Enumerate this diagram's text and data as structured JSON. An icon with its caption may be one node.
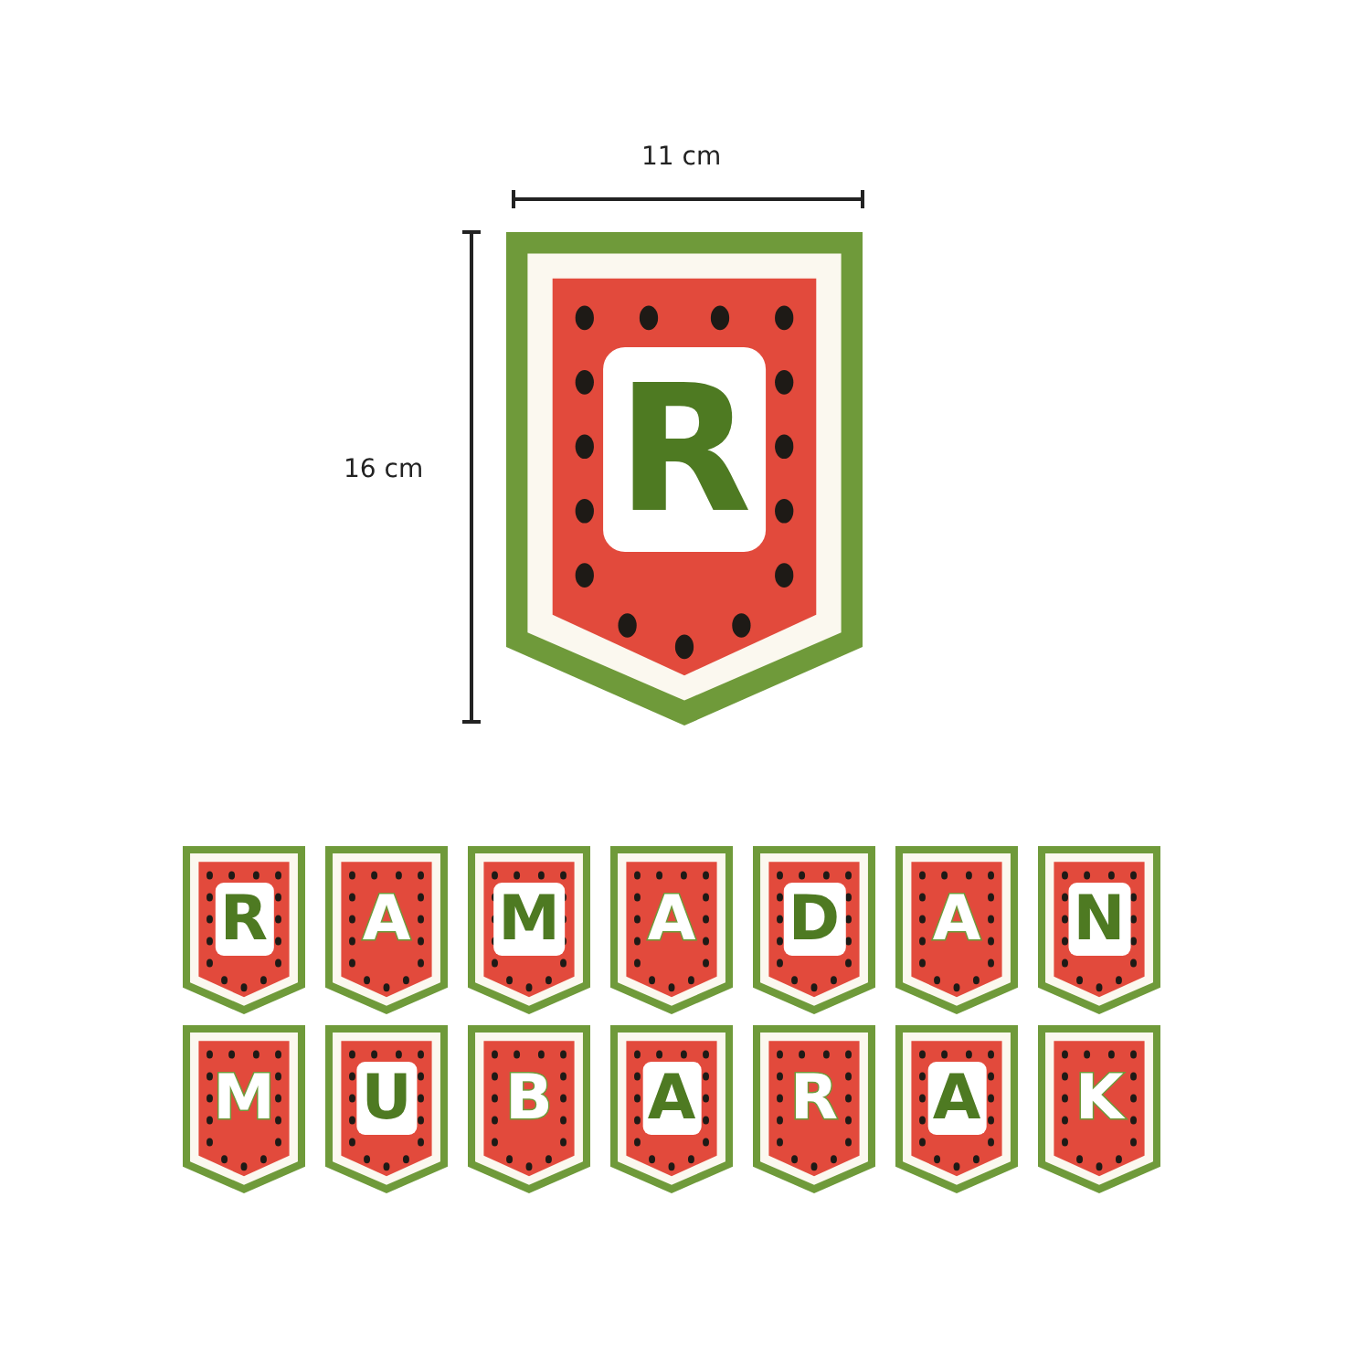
{
  "diagram": {
    "nodes": [
      {
        "text": [
          "R"
        ]
      },
      {
        "text": [
          "R"
        ]
      },
      {
        "text": [
          "A"
        ]
      },
      {
        "text": [
          "M"
        ]
      },
      {
        "text": [
          "A"
        ]
      },
      {
        "text": [
          "D"
        ]
      },
      {
        "text": [
          "A"
        ]
      },
      {
        "text": [
          "N"
        ]
      },
      {
        "text": [
          "M"
        ]
      },
      {
        "text": [
          "U"
        ]
      },
      {
        "text": [
          "B"
        ]
      },
      {
        "text": [
          "A"
        ]
      },
      {
        "text": [
          "R"
        ]
      },
      {
        "text": [
          "A"
        ]
      },
      {
        "text": [
          "K"
        ]
      }
    ],
    "labels": [
      "11 cm",
      "16 cm"
    ]
  }
}
